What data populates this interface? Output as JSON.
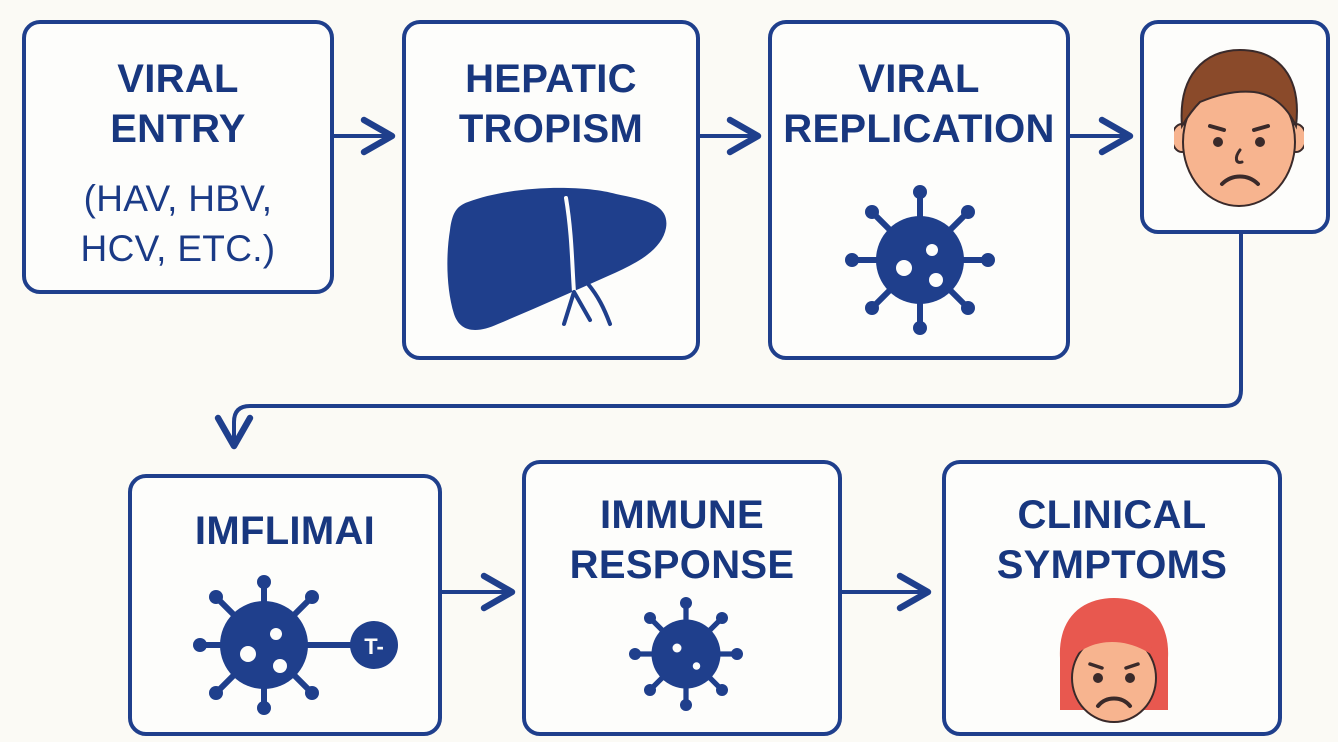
{
  "diagram": {
    "nodes": [
      {
        "id": "viral-entry",
        "title_lines": [
          "VIRAL",
          "ENTRY"
        ],
        "subtitle_lines": [
          "(HAV, HBV,",
          "HCV, ETC.)"
        ]
      },
      {
        "id": "hepatic-tropism",
        "title_lines": [
          "HEPATIC",
          "TROPISM"
        ],
        "icon": "liver-icon"
      },
      {
        "id": "viral-replication",
        "title_lines": [
          "VIRAL",
          "REPLICATION"
        ],
        "icon": "virus-icon"
      },
      {
        "id": "patient-face",
        "icon": "sad-face-icon"
      },
      {
        "id": "imflimai",
        "title_lines": [
          "IMFLIMAI"
        ],
        "icon": "virus-t-cell-icon",
        "icon_text": "T-"
      },
      {
        "id": "immune-response",
        "title_lines": [
          "IMMUNE",
          "RESPONSE"
        ],
        "icon": "virus-icon"
      },
      {
        "id": "clinical-symptoms",
        "title_lines": [
          "CLINICAL",
          "SYMPTOMS"
        ],
        "icon": "sad-face-red-hair-icon"
      }
    ],
    "edges": [
      {
        "from": "viral-entry",
        "to": "hepatic-tropism"
      },
      {
        "from": "hepatic-tropism",
        "to": "viral-replication"
      },
      {
        "from": "viral-replication",
        "to": "patient-face"
      },
      {
        "from": "patient-face",
        "to": "imflimai"
      },
      {
        "from": "imflimai",
        "to": "immune-response"
      },
      {
        "from": "immune-response",
        "to": "clinical-symptoms"
      }
    ],
    "colors": {
      "primary": "#1f3f8c",
      "background": "#fbfaf5",
      "skin": "#f7b48f",
      "hair_brown": "#8a4a2a",
      "hair_red": "#e8584f"
    }
  }
}
